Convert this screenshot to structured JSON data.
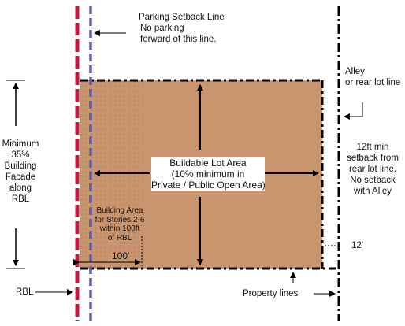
{
  "labels": {
    "parking_setback": [
      "Parking Setback Line",
      "No parking",
      "forward of this line."
    ],
    "alley": [
      "Alley",
      "or rear lot line"
    ],
    "min_facade": [
      "Minimum",
      "35%",
      "Building",
      "Facade",
      "along",
      "RBL"
    ],
    "buildable": [
      "Buildable Lot Area",
      "(10% minimum in",
      "Private / Public Open Area)"
    ],
    "rear_setback": [
      "12ft min",
      "setback from",
      "rear lot line.",
      "No setback",
      "with Alley"
    ],
    "building_area": [
      "Building Area",
      "for Stories 2-6",
      "within 100ft",
      "of RBL"
    ],
    "dim_100": "100'",
    "dim_12": "12'",
    "rbl": "RBL",
    "property_lines": "Property lines"
  },
  "colors": {
    "lot_fill": "#c8956e",
    "rbl_line": "#c8193c",
    "parking_line": "#5b5ba8",
    "property_line": "#000000"
  }
}
